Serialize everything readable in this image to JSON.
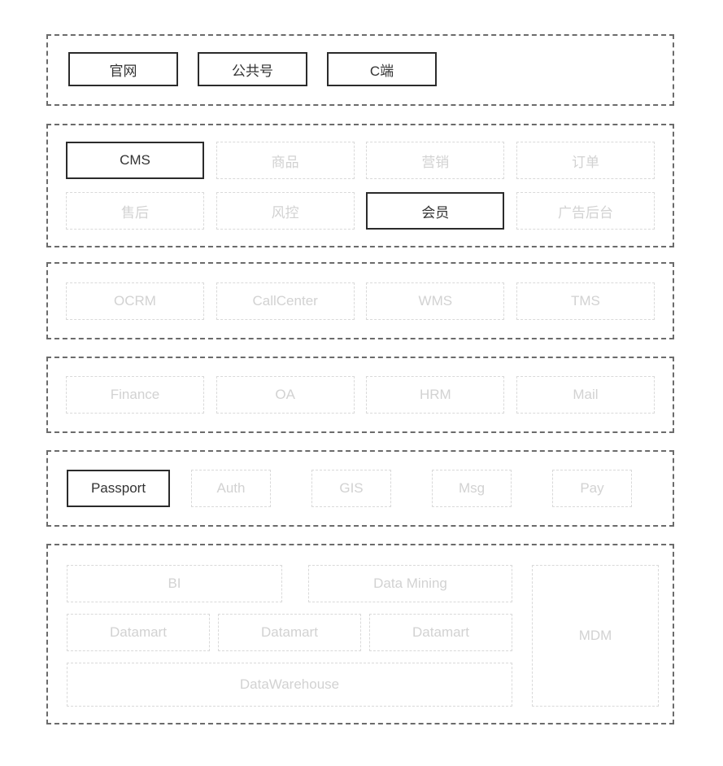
{
  "colors": {
    "container_border": "#6b6b6b",
    "active_border": "#2b2b2b",
    "active_text": "#333333",
    "inactive_border": "#d9d9d9",
    "inactive_text": "#d2d2d2",
    "background": "#ffffff"
  },
  "layers": [
    {
      "id": "channel-layer",
      "items": [
        {
          "label": "官网",
          "active": true
        },
        {
          "label": "公共号",
          "active": true
        },
        {
          "label": "C端",
          "active": true
        }
      ]
    },
    {
      "id": "business-layer",
      "items": [
        {
          "label": "CMS",
          "active": true
        },
        {
          "label": "商品",
          "active": false
        },
        {
          "label": "营销",
          "active": false
        },
        {
          "label": "订单",
          "active": false
        },
        {
          "label": "售后",
          "active": false
        },
        {
          "label": "风控",
          "active": false
        },
        {
          "label": "会员",
          "active": true
        },
        {
          "label": "广告后台",
          "active": false
        }
      ]
    },
    {
      "id": "operation-layer",
      "items": [
        {
          "label": "OCRM",
          "active": false
        },
        {
          "label": "CallCenter",
          "active": false
        },
        {
          "label": "WMS",
          "active": false
        },
        {
          "label": "TMS",
          "active": false
        }
      ]
    },
    {
      "id": "internal-layer",
      "items": [
        {
          "label": "Finance",
          "active": false
        },
        {
          "label": "OA",
          "active": false
        },
        {
          "label": "HRM",
          "active": false
        },
        {
          "label": "Mail",
          "active": false
        }
      ]
    },
    {
      "id": "platform-layer",
      "items": [
        {
          "label": "Passport",
          "active": true
        },
        {
          "label": "Auth",
          "active": false
        },
        {
          "label": "GIS",
          "active": false
        },
        {
          "label": "Msg",
          "active": false
        },
        {
          "label": "Pay",
          "active": false
        }
      ]
    },
    {
      "id": "data-layer",
      "items": [
        {
          "label": "BI",
          "active": false
        },
        {
          "label": "Data Mining",
          "active": false
        },
        {
          "label": "Datamart",
          "active": false
        },
        {
          "label": "Datamart",
          "active": false
        },
        {
          "label": "Datamart",
          "active": false
        },
        {
          "label": "DataWarehouse",
          "active": false
        },
        {
          "label": "MDM",
          "active": false
        }
      ]
    }
  ]
}
